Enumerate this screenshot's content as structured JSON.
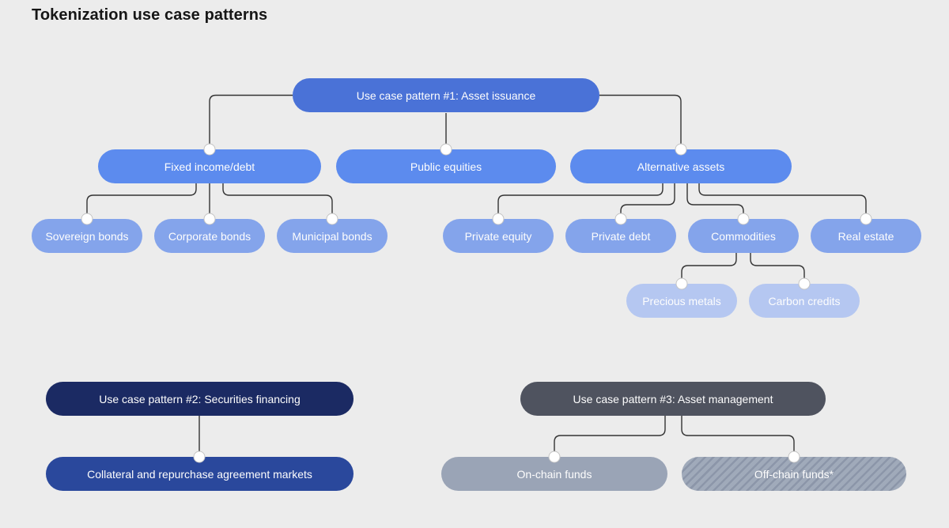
{
  "title": "Tokenization use case patterns",
  "nodes": {
    "pattern1": {
      "label": "Use case pattern #1: Asset issuance"
    },
    "fixed_income": {
      "label": "Fixed income/debt"
    },
    "public_equities": {
      "label": "Public equities"
    },
    "alternative_assets": {
      "label": "Alternative assets"
    },
    "sovereign_bonds": {
      "label": "Sovereign bonds"
    },
    "corporate_bonds": {
      "label": "Corporate bonds"
    },
    "municipal_bonds": {
      "label": "Municipal bonds"
    },
    "private_equity": {
      "label": "Private equity"
    },
    "private_debt": {
      "label": "Private debt"
    },
    "commodities": {
      "label": "Commodities"
    },
    "real_estate": {
      "label": "Real estate"
    },
    "precious_metals": {
      "label": "Precious metals"
    },
    "carbon_credits": {
      "label": "Carbon credits"
    },
    "pattern2": {
      "label": "Use case pattern #2: Securities financing"
    },
    "collateral": {
      "label": "Collateral and repurchase agreement markets"
    },
    "pattern3": {
      "label": "Use case pattern #3: Asset management"
    },
    "onchain_funds": {
      "label": "On-chain funds"
    },
    "offchain_funds": {
      "label": "Off-chain funds*"
    }
  },
  "colors": {
    "background": "#ececec",
    "title_color": "#161616",
    "line": "#333333",
    "dot_fill": "#ffffff",
    "dot_stroke": "#c4c4c4",
    "level1": "#4a72d7",
    "level2": "#5c8bee",
    "level3": "#84a4eb",
    "level4": "#b5c7f1",
    "pattern2": "#1b2a63",
    "collateral": "#2a489c",
    "pattern3": "#4f535f",
    "onchain": "#9aa4b6",
    "offchain_base": "#a0aaba",
    "offchain_stripe": "#8c96a9"
  }
}
